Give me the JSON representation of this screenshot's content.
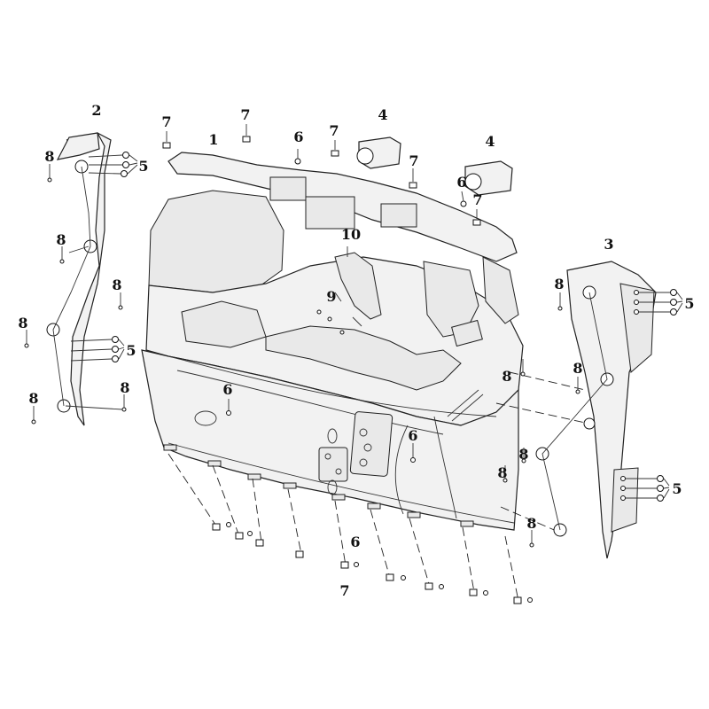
{
  "diagram": {
    "callouts": [
      {
        "id": "c1",
        "text": "1"
      },
      {
        "id": "c2",
        "text": "2"
      },
      {
        "id": "c3",
        "text": "3"
      },
      {
        "id": "c4a",
        "text": "4"
      },
      {
        "id": "c4b",
        "text": "4"
      },
      {
        "id": "c5a",
        "text": "5"
      },
      {
        "id": "c5b",
        "text": "5"
      },
      {
        "id": "c5c",
        "text": "5"
      },
      {
        "id": "c5d",
        "text": "5"
      },
      {
        "id": "c6a",
        "text": "6"
      },
      {
        "id": "c6b",
        "text": "6"
      },
      {
        "id": "c6c",
        "text": "6"
      },
      {
        "id": "c6d",
        "text": "6"
      },
      {
        "id": "c6e",
        "text": "6"
      },
      {
        "id": "c7a",
        "text": "7"
      },
      {
        "id": "c7b",
        "text": "7"
      },
      {
        "id": "c7c",
        "text": "7"
      },
      {
        "id": "c7d",
        "text": "7"
      },
      {
        "id": "c7e",
        "text": "7"
      },
      {
        "id": "c7f",
        "text": "7"
      },
      {
        "id": "c8a",
        "text": "8"
      },
      {
        "id": "c8b",
        "text": "8"
      },
      {
        "id": "c8c",
        "text": "8"
      },
      {
        "id": "c8d",
        "text": "8"
      },
      {
        "id": "c8e",
        "text": "8"
      },
      {
        "id": "c8f",
        "text": "8"
      },
      {
        "id": "c8g",
        "text": "8"
      },
      {
        "id": "c8h",
        "text": "8"
      },
      {
        "id": "c8i",
        "text": "8"
      },
      {
        "id": "c8j",
        "text": "8"
      },
      {
        "id": "c8k",
        "text": "8"
      },
      {
        "id": "c8l",
        "text": "8"
      },
      {
        "id": "c9",
        "text": "9"
      },
      {
        "id": "c10",
        "text": "10"
      }
    ]
  }
}
